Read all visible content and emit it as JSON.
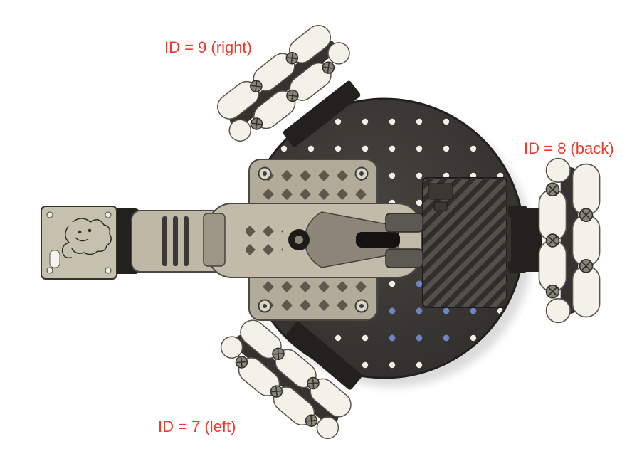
{
  "annotations": {
    "wheel9": {
      "text": "ID = 9 (right)"
    },
    "wheel8": {
      "text": "ID = 8 (back)"
    },
    "wheel7": {
      "text": "ID = 7 (left)"
    }
  },
  "colors": {
    "background": "#ffffff",
    "annotation_red": "#ef392b",
    "plate_gray": "#3b3935",
    "dot_white": "#f2efe9",
    "dot_blue": "#6f84c6",
    "beige": "#bfb8a6",
    "roller_white": "#f4f1e8",
    "dark": "#22211e"
  }
}
